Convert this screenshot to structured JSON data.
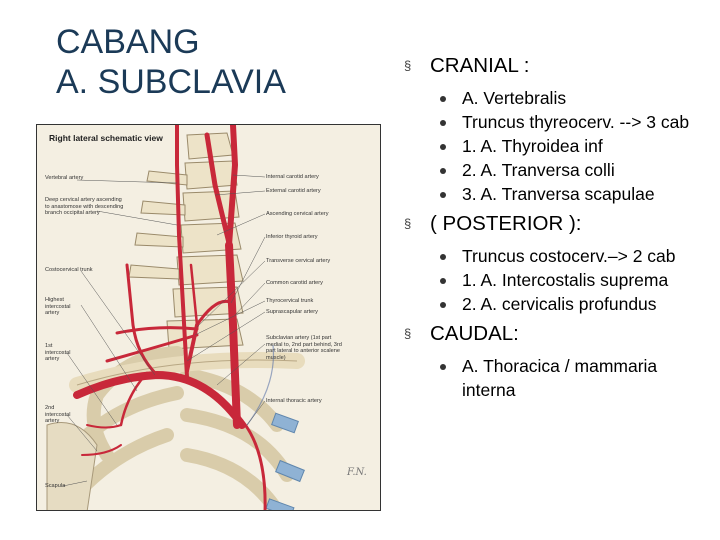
{
  "title": {
    "line1": "CABANG",
    "line2": "A. SUBCLAVIA"
  },
  "figure": {
    "heading": "Right lateral schematic view",
    "labels": {
      "vertebral_artery": "Vertebral artery",
      "deep_cervical": "Deep cervical artery ascending to anastomose with descending branch occipital artery",
      "costocervical": "Costocervical trunk",
      "highest_intercostal": "Highest intercostal artery",
      "first_intercostal": "1st intercostal artery",
      "second_intercostal": "2nd intercostal artery",
      "scapula": "Scapula",
      "internal_carotid": "Internal carotid artery",
      "external_carotid": "External carotid artery",
      "ascending_cervical": "Ascending cervical artery",
      "inferior_thyroid": "Inferior thyroid artery",
      "transverse_cervical": "Transverse cervical artery",
      "common_carotid": "Common carotid artery",
      "thyrocervical": "Thyrocervical trunk",
      "suprascapular": "Suprascapular artery",
      "subclavian": "Subclavian artery (1st part medial to, 2nd part behind, 3rd part lateral to anterior scalene muscle)",
      "internal_thoracic": "Internal thoracic artery"
    }
  },
  "sections": [
    {
      "heading": "CRANIAL :",
      "items": [
        "A. Vertebralis",
        "Truncus thyreocerv. --> 3 cab",
        "1. A. Thyroidea inf",
        "2. A. Tranversa colli",
        "3. A. Tranversa scapulae"
      ]
    },
    {
      "heading": "( POSTERIOR ):",
      "items": [
        "Truncus costocerv.–> 2 cab",
        "1. A. Intercostalis suprema",
        "2. A. cervicalis profundus"
      ]
    },
    {
      "heading": "CAUDAL:",
      "items": [
        "A. Thoracica / mammaria interna"
      ]
    }
  ],
  "colors": {
    "title": "#1b3a57",
    "artery": "#c8283a",
    "bone": "#ede3c8",
    "cartilage": "#8fb2d4"
  }
}
